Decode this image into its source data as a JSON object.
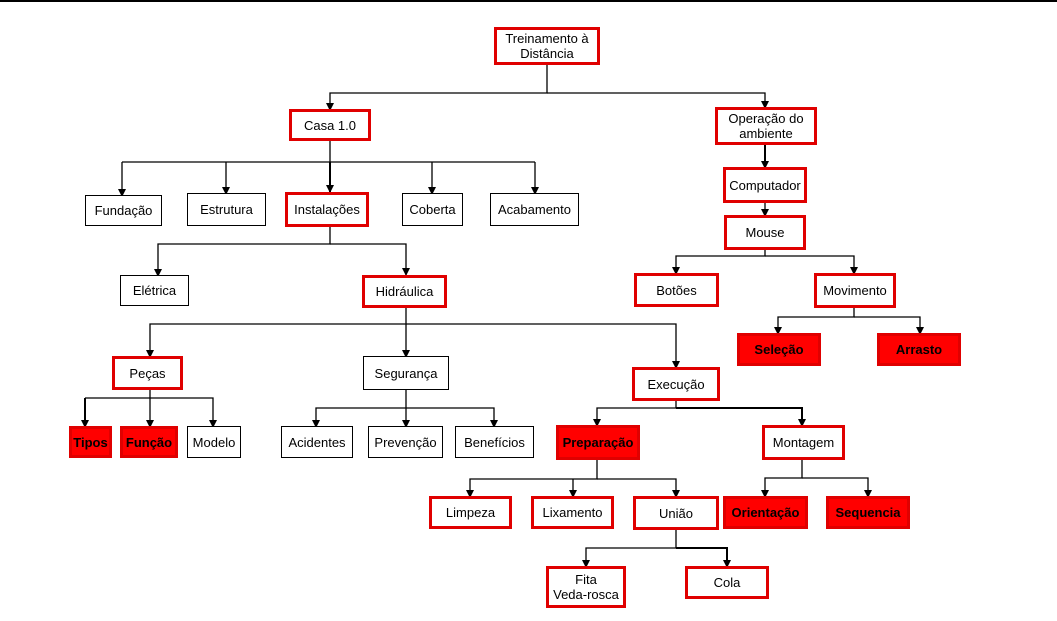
{
  "diagram": {
    "root": "Treinamento à\nDistância",
    "casa": {
      "label": "Casa 1.0",
      "fundacao": "Fundação",
      "estrutura": "Estrutura",
      "instalacoes": "Instalações",
      "coberta": "Coberta",
      "acabamento": "Acabamento",
      "eletrica": "Elétrica",
      "hidraulica": "Hidráulica",
      "pecas": "Peças",
      "tipos": "Tipos",
      "funcao": "Função",
      "modelo": "Modelo",
      "seguranca": "Segurança",
      "acidentes": "Acidentes",
      "prevencao": "Prevenção",
      "beneficios": "Benefícios",
      "execucao": "Execução",
      "preparacao": "Preparação",
      "limpeza": "Limpeza",
      "lixamento": "Lixamento",
      "uniao": "União",
      "fita": "Fita\nVeda-rosca",
      "cola": "Cola",
      "montagem": "Montagem",
      "orientacao": "Orientação",
      "sequencia": "Sequencia"
    },
    "operacao": {
      "label": "Operação do\nambiente",
      "computador": "Computador",
      "mouse": "Mouse",
      "botoes": "Botões",
      "movimento": "Movimento",
      "selecao": "Seleção",
      "arrasto": "Arrasto"
    }
  },
  "colors": {
    "highlight": "#ff0000",
    "line": "#000000"
  }
}
